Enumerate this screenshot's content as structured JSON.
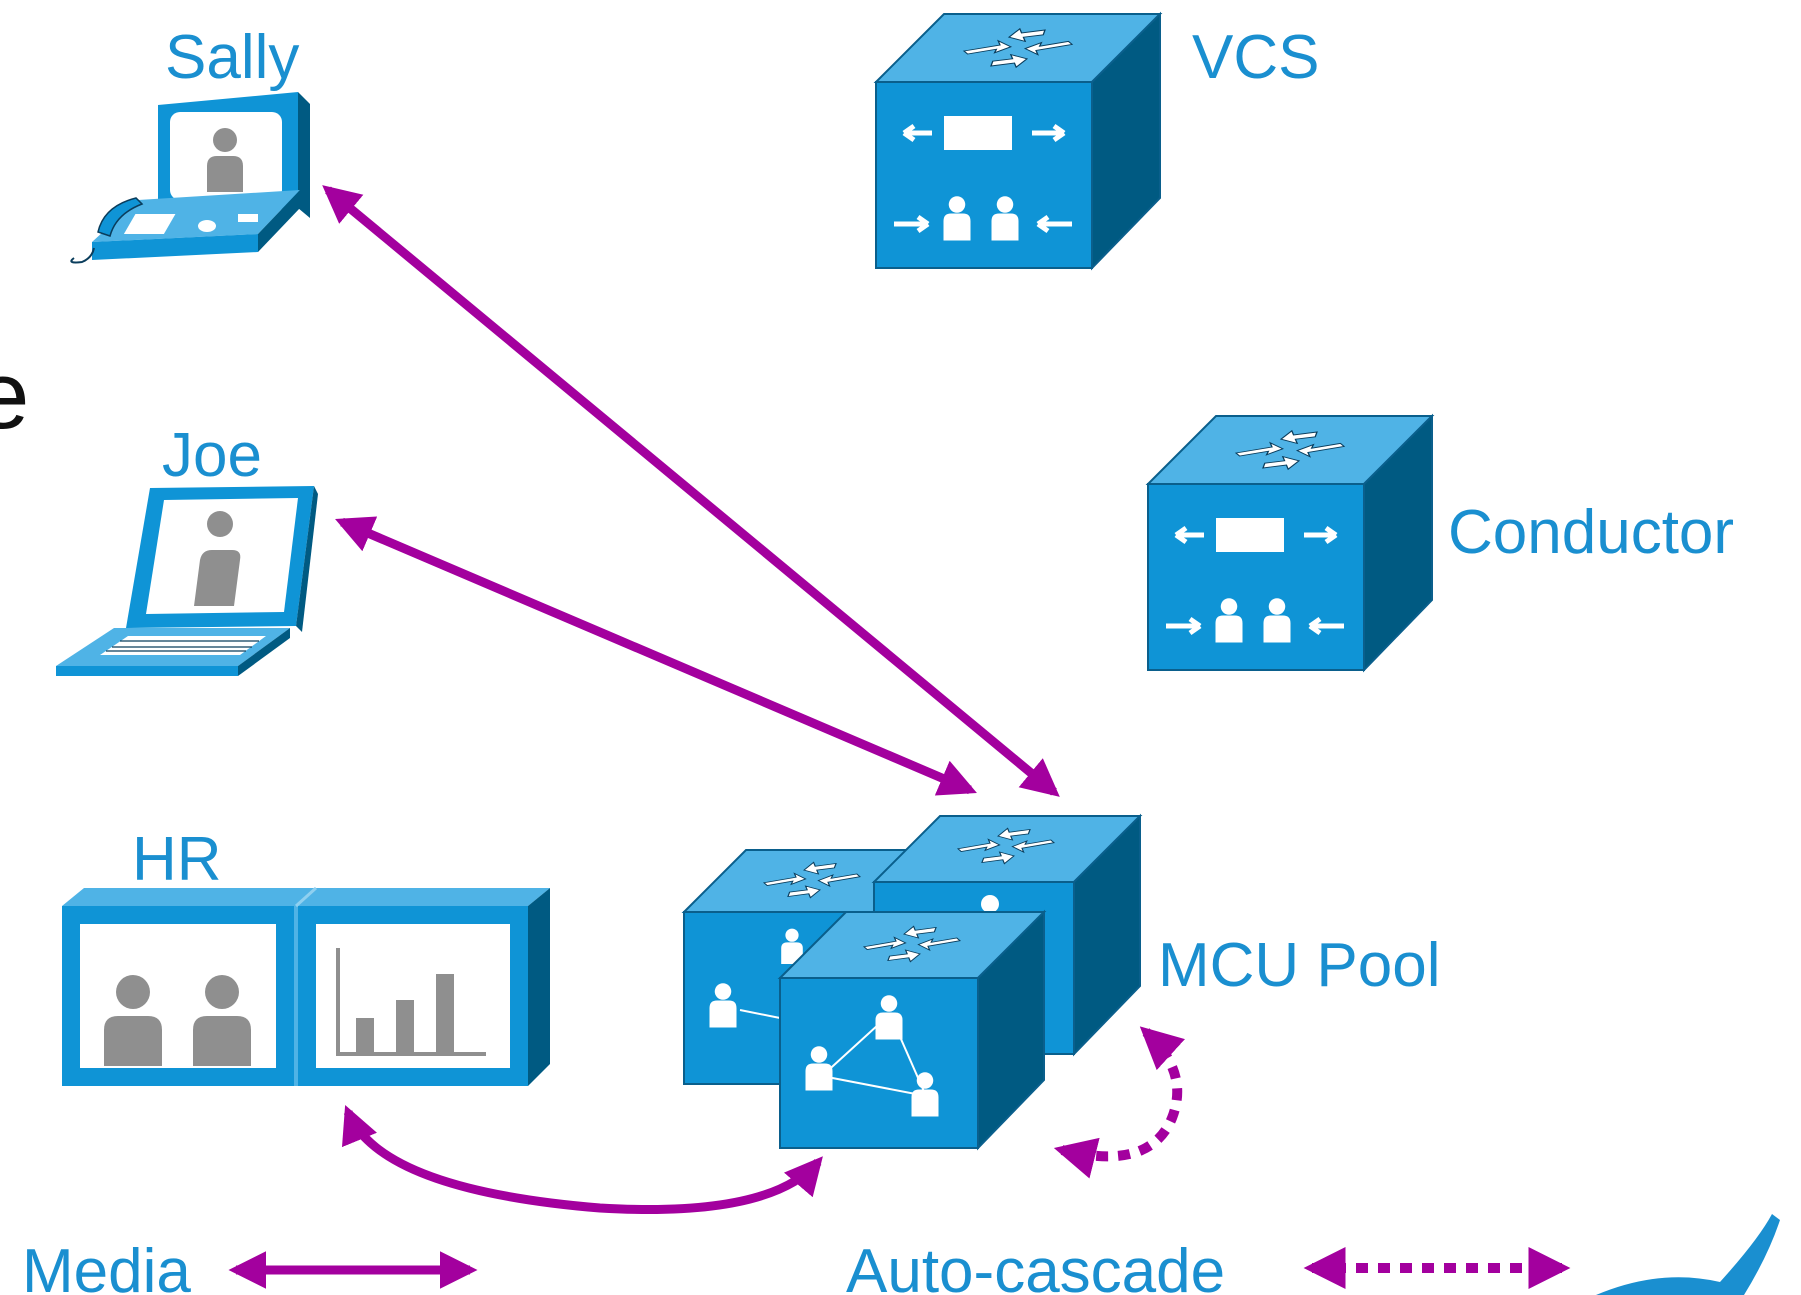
{
  "labels": {
    "sally": "Sally",
    "joe": "Joe",
    "hr": "HR",
    "vcs": "VCS",
    "conductor": "Conductor",
    "mcu_pool": "MCU Pool",
    "cut_off_letter": "e"
  },
  "legend": {
    "media": "Media",
    "auto_cascade": "Auto-cascade"
  },
  "colors": {
    "text_blue": "#1a8fd0",
    "cube_front": "#0f94d6",
    "cube_top": "#4fb3e6",
    "cube_side": "#005a82",
    "arrow_purple": "#a3009e",
    "person_grey": "#8f8f8f"
  }
}
